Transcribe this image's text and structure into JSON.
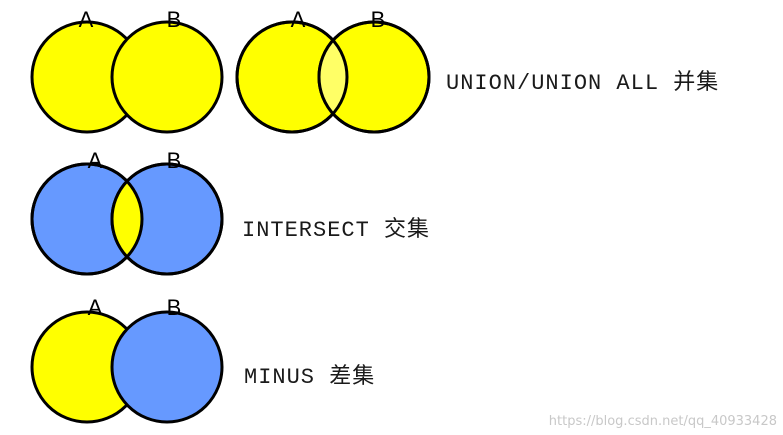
{
  "circle_labels": {
    "a": "A",
    "b": "B"
  },
  "operations": {
    "union": {
      "label": "UNION/UNION ALL 并集"
    },
    "intersect": {
      "label": "INTERSECT 交集"
    },
    "minus": {
      "label": "MINUS 差集"
    }
  },
  "watermark": "https://blog.csdn.net/qq_40933428",
  "colors": {
    "yellow": "#ffff00",
    "union_overlap": "#ffff66",
    "blue": "#6699ff",
    "outline": "#000000"
  }
}
